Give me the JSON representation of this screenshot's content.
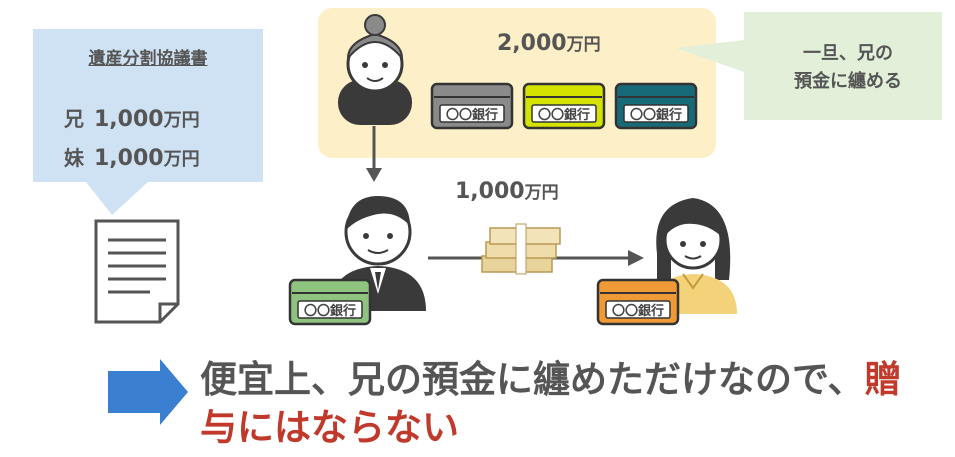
{
  "agreement": {
    "title": "遺産分割協議書",
    "rows": [
      {
        "name": "兄",
        "amount": "1,000",
        "unit": "万円"
      },
      {
        "name": "妹",
        "amount": "1,000",
        "unit": "万円"
      }
    ]
  },
  "mother": {
    "amount": "2,000",
    "unit": "万円",
    "bankbooks": [
      {
        "label": "〇〇銀行",
        "color": "#8a8a8a"
      },
      {
        "label": "〇〇銀行",
        "color": "#d4e300"
      },
      {
        "label": "〇〇銀行",
        "color": "#176a78"
      }
    ]
  },
  "note": {
    "line1": "一旦、兄の",
    "line2": "預金に纏める"
  },
  "brother": {
    "bankbook": {
      "label": "〇〇銀行",
      "color": "#8fc480"
    }
  },
  "sister": {
    "bankbook": {
      "label": "〇〇銀行",
      "color": "#ef9a37"
    }
  },
  "transfer": {
    "amount": "1,000",
    "unit": "万円"
  },
  "conclusion": {
    "text": "便宜上、兄の預金に纏めただけなので、",
    "highlight": "贈",
    "line2": "与にはならない"
  }
}
